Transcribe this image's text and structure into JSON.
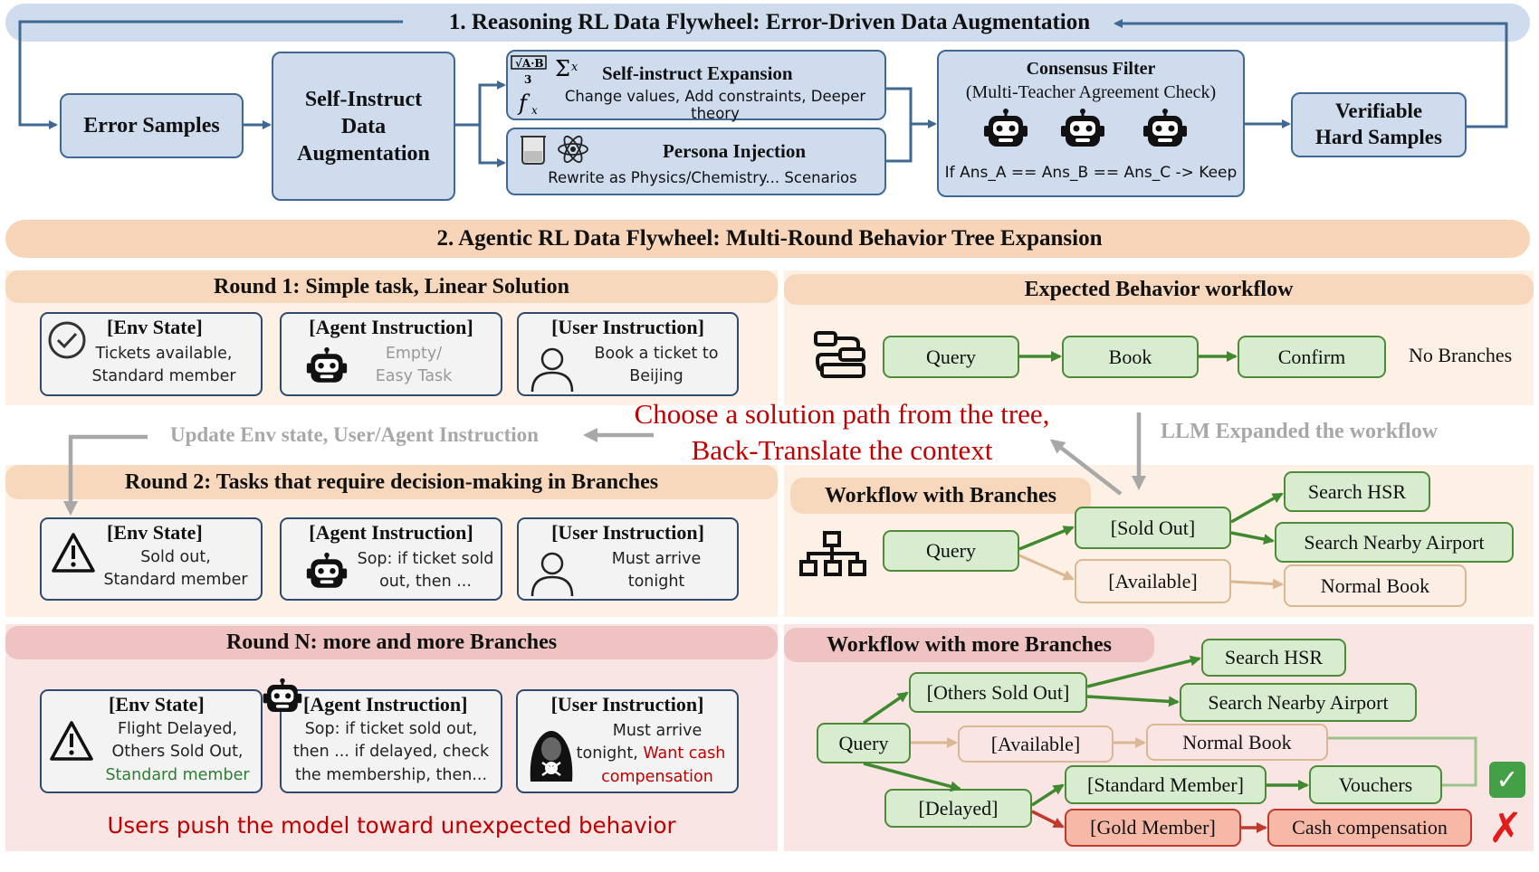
{
  "part1": {
    "title": "1. Reasoning RL Data Flywheel: Error-Driven Data Augmentation",
    "error_samples": "Error Samples",
    "self_instruct_lines": [
      "Self-Instruct",
      "Data",
      "Augmentation"
    ],
    "expansion_title": "Self-instruct Expansion",
    "expansion_desc": "Change values, Add constraints, Deeper theory",
    "persona_title": "Persona Injection",
    "persona_desc": "Rewrite as Physics/Chemistry... Scenarios",
    "consensus_title": "Consensus Filter",
    "consensus_subtitle": "(Multi-Teacher Agreement Check)",
    "consensus_rule": "If Ans_A == Ans_B == Ans_C -> Keep",
    "verifiable_lines": [
      "Verifiable",
      "Hard Samples"
    ]
  },
  "part2": {
    "title": "2. Agentic RL Data Flywheel: Multi-Round Behavior Tree Expansion",
    "round1": {
      "header": "Round 1: Simple task, Linear Solution",
      "env_title": "[Env State]",
      "env_lines": [
        "Tickets available,",
        "Standard member"
      ],
      "agent_title": "[Agent Instruction]",
      "agent_lines": [
        "Empty/",
        "Easy Task"
      ],
      "user_title": "[User Instruction]",
      "user_lines": [
        "Book a ticket to",
        "Beijing"
      ]
    },
    "update_label": "Update Env state, User/Agent Instruction",
    "round2": {
      "header": "Round 2: Tasks that require decision-making in Branches",
      "env_title": "[Env State]",
      "env_lines": [
        "Sold out,",
        "Standard member"
      ],
      "agent_title": "[Agent Instruction]",
      "agent_lines": [
        "Sop: if ticket sold",
        "out, then ..."
      ],
      "user_title": "[User Instruction]",
      "user_lines": [
        "Must arrive",
        "tonight"
      ]
    },
    "roundN": {
      "header": "Round N: more and more Branches",
      "env_title": "[Env State]",
      "env_lines": [
        "Flight Delayed,",
        "Others Sold Out,",
        "Standard member"
      ],
      "agent_title": "[Agent Instruction]",
      "agent_lines": [
        "Sop: if ticket sold out,",
        "then ... if delayed, check",
        "the membership, then..."
      ],
      "user_title": "[User Instruction]",
      "user_line1": "Must arrive",
      "user_line2a": "tonight, ",
      "user_line2b": "Want cash",
      "user_line3": "compensation",
      "footer": "Users push the model toward unexpected behavior"
    },
    "choose_lines": [
      "Choose a solution path from the tree,",
      "Back-Translate the context"
    ],
    "expected": {
      "header": "Expected Behavior workflow",
      "nodes": [
        "Query",
        "Book",
        "Confirm"
      ],
      "no_branches": "No Branches"
    },
    "llm_label": "LLM Expanded the workflow",
    "branches": {
      "header": "Workflow with Branches",
      "query": "Query",
      "sold_out": "[Sold Out]",
      "available": "[Available]",
      "search_hsr": "Search HSR",
      "search_airport": "Search Nearby Airport",
      "normal_book": "Normal Book"
    },
    "more": {
      "header": "Workflow with more Branches",
      "query": "Query",
      "others_sold_out": "[Others Sold Out]",
      "search_hsr": "Search HSR",
      "search_airport": "Search Nearby Airport",
      "available": "[Available]",
      "normal_book": "Normal Book",
      "delayed": "[Delayed]",
      "standard": "[Standard Member]",
      "vouchers": "Vouchers",
      "gold": "[Gold Member]",
      "cash": "Cash compensation",
      "check_mark": "✓",
      "cross_mark": "✗"
    }
  }
}
